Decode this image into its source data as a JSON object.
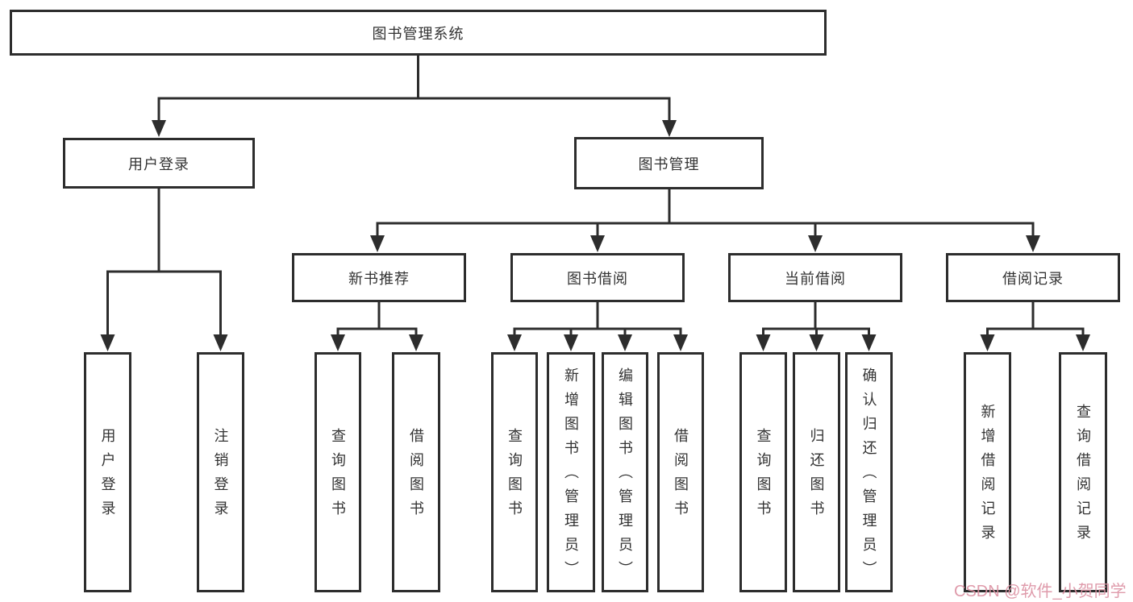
{
  "diagram": {
    "root": {
      "label": "图书管理系统"
    },
    "branches": [
      {
        "label": "用户登录",
        "children": [
          {
            "label": "用户登录"
          },
          {
            "label": "注销登录"
          }
        ]
      },
      {
        "label": "图书管理",
        "children": [
          {
            "label": "新书推荐",
            "children": [
              {
                "label": "查询图书"
              },
              {
                "label": "借阅图书"
              }
            ]
          },
          {
            "label": "图书借阅",
            "children": [
              {
                "label": "查询图书"
              },
              {
                "label": "新增图书（管理员）"
              },
              {
                "label": "编辑图书（管理员）"
              },
              {
                "label": "借阅图书"
              }
            ]
          },
          {
            "label": "当前借阅",
            "children": [
              {
                "label": "查询图书"
              },
              {
                "label": "归还图书"
              },
              {
                "label": "确认归还（管理员）"
              }
            ]
          },
          {
            "label": "借阅记录",
            "children": [
              {
                "label": "新增借阅记录"
              },
              {
                "label": "查询借阅记录"
              }
            ]
          }
        ]
      }
    ]
  },
  "watermark": {
    "text": "CSDN @软件_小贺同学"
  },
  "colors": {
    "line": "#2d2d2d",
    "box_border": "#2d2d2d",
    "text": "#333333",
    "watermark_pink": "#dd93a4",
    "background": "#ffffff"
  }
}
